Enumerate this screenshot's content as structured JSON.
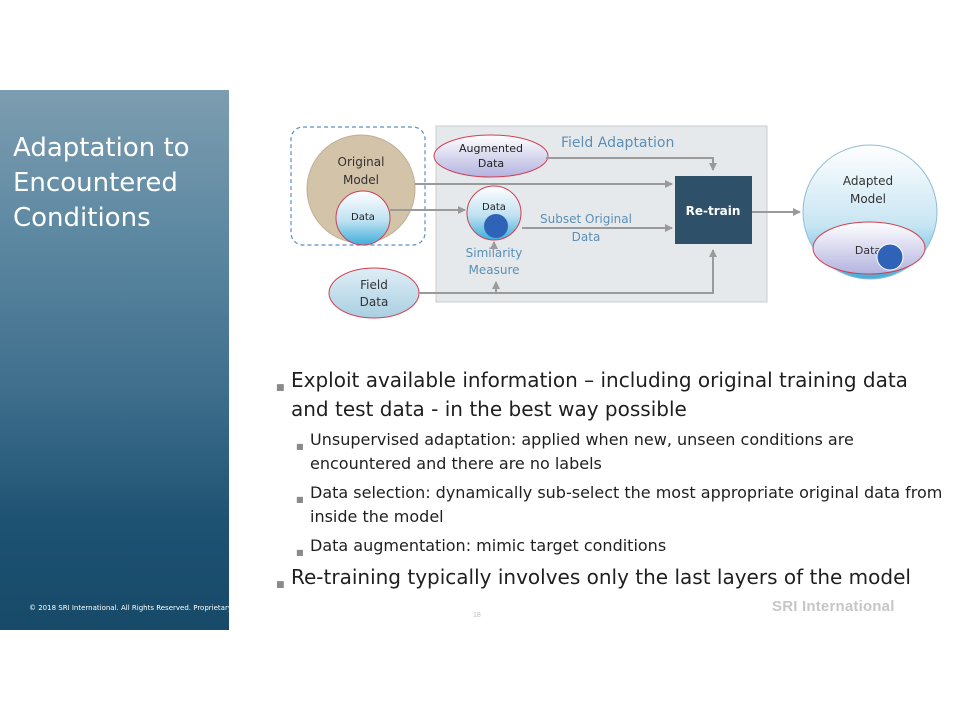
{
  "slide": {
    "title": "Adaptation to Encountered Conditions",
    "copyright": "© 2018 SRI International. All Rights Reserved. Proprietary",
    "page_number": "18",
    "logo_text": "SRI International"
  },
  "diagram": {
    "field_adaptation_label": "Field Adaptation",
    "original_model_line1": "Original",
    "original_model_line2": "Model",
    "original_data": "Data",
    "augmented_line1": "Augmented",
    "augmented_line2": "Data",
    "subset_data": "Data",
    "subset_original_line1": "Subset Original",
    "subset_original_line2": "Data",
    "similarity_line1": "Similarity",
    "similarity_line2": "Measure",
    "field_data_line1": "Field",
    "field_data_line2": "Data",
    "retrain": "Re-train",
    "adapted_model_line1": "Adapted",
    "adapted_model_line2": "Model",
    "adapted_data": "Data",
    "colors": {
      "retrain_box": "#2e5068",
      "model_circle": "#d2c3a9",
      "field_box": "#e6e9ec",
      "data_blue": "#2e63b8"
    }
  },
  "bullets": [
    {
      "text": "Exploit available information – including original training data and test data - in the best way possible",
      "sub": [
        "Unsupervised adaptation: applied when new, unseen conditions are encountered and there are no labels",
        "Data selection: dynamically sub-select the most appropriate original data from inside the model",
        "Data augmentation: mimic target conditions"
      ]
    },
    {
      "text": "Re-training typically involves only the last layers of the model"
    }
  ]
}
